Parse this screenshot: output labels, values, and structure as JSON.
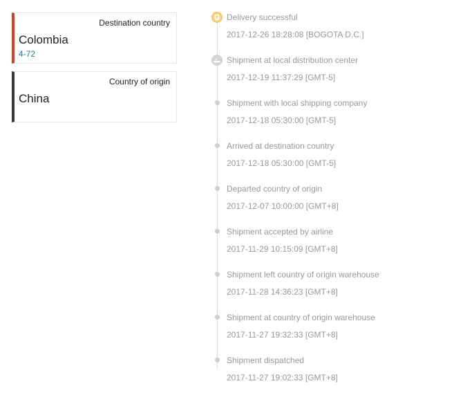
{
  "destination": {
    "label": "Destination country",
    "country": "Colombia",
    "carrier": "4-72",
    "accent_color": "#d9401f"
  },
  "origin": {
    "label": "Country of origin",
    "country": "China",
    "accent_color": "#3a3a3a"
  },
  "timeline": {
    "events": [
      {
        "title": "Delivery successful",
        "time": "2017-12-26 18:28:08 [BOGOTA D.C.]",
        "icon": "delivered-icon"
      },
      {
        "title": "Shipment at local distribution center",
        "time": "2017-12-19 11:37:29 [GMT-5]",
        "icon": "distribution-center-icon"
      },
      {
        "title": "Shipment with local shipping company",
        "time": "2017-12-18 05:30:00 [GMT-5]",
        "icon": "dot"
      },
      {
        "title": "Arrived at destination country",
        "time": "2017-12-18 05:30:00 [GMT-5]",
        "icon": "dot"
      },
      {
        "title": "Departed country of origin",
        "time": "2017-12-07 10:00:00 [GMT+8]",
        "icon": "dot"
      },
      {
        "title": "Shipment accepted by airline",
        "time": "2017-11-29 10:15:09 [GMT+8]",
        "icon": "dot"
      },
      {
        "title": "Shipment left country of origin warehouse",
        "time": "2017-11-28 14:36:23 [GMT+8]",
        "icon": "dot"
      },
      {
        "title": "Shipment at country of origin warehouse",
        "time": "2017-11-27 19:32:33 [GMT+8]",
        "icon": "dot"
      },
      {
        "title": "Shipment dispatched",
        "time": "2017-11-27 19:02:33 [GMT+8]",
        "icon": "dot"
      }
    ]
  }
}
